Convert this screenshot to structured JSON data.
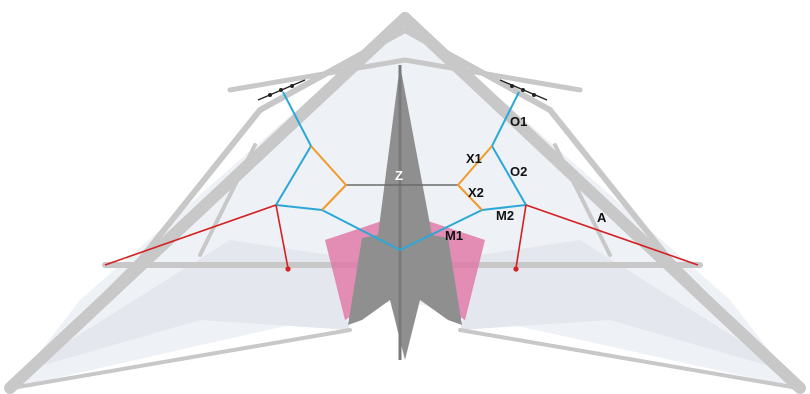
{
  "labels": {
    "o1": "O1",
    "x1": "X1",
    "o2": "O2",
    "z": "Z",
    "x2": "X2",
    "m2": "M2",
    "a": "A",
    "m1": "M1"
  },
  "colors": {
    "frame": "#c4c4c4",
    "sail": "#eef1f5",
    "center_panel": "#8f8f8f",
    "pink": "#e07aa8",
    "blue_lines": "#2aa8d8",
    "orange_lines": "#f09a28",
    "red_lines": "#d42020",
    "spreader": "#6a6a6a",
    "white_label": "#ffffff"
  }
}
